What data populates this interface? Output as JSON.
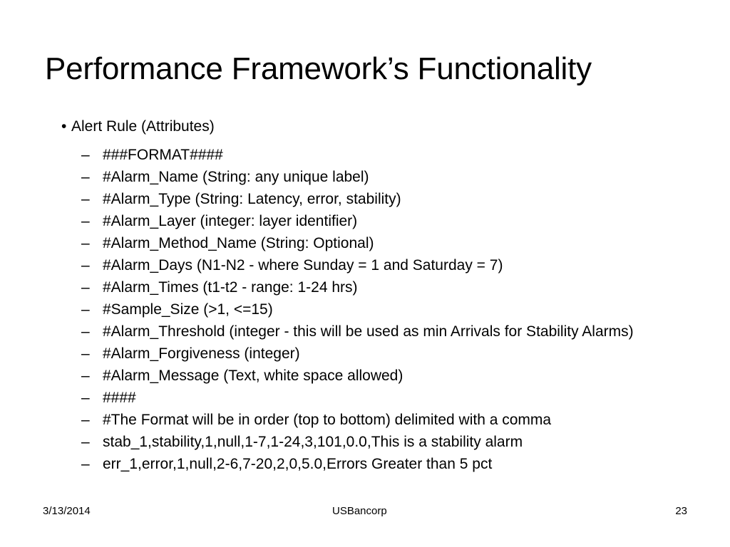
{
  "slide": {
    "title": "Performance Framework’s Functionality",
    "bullet": {
      "symbol": "•",
      "text": "Alert Rule (Attributes)"
    },
    "dash_symbol": "–",
    "sub_items": [
      "###FORMAT####",
      "#Alarm_Name (String: any unique label)",
      "#Alarm_Type (String: Latency, error, stability)",
      "#Alarm_Layer (integer: layer identifier)",
      "#Alarm_Method_Name (String: Optional)",
      "#Alarm_Days (N1-N2 - where Sunday = 1 and Saturday = 7)",
      "#Alarm_Times (t1-t2 - range: 1-24 hrs)",
      "#Sample_Size (>1, <=15)",
      "#Alarm_Threshold (integer - this will be used as min Arrivals for Stability Alarms)",
      "#Alarm_Forgiveness (integer)",
      "#Alarm_Message (Text, white space allowed)",
      "####",
      "#The Format will be in order (top to bottom) delimited with a comma",
      "stab_1,stability,1,null,1-7,1-24,3,101,0.0,This is a stability alarm",
      "err_1,error,1,null,2-6,7-20,2,0,5.0,Errors Greater than 5 pct"
    ]
  },
  "footer": {
    "date": "3/13/2014",
    "organization": "USBancorp",
    "page_number": "23"
  }
}
